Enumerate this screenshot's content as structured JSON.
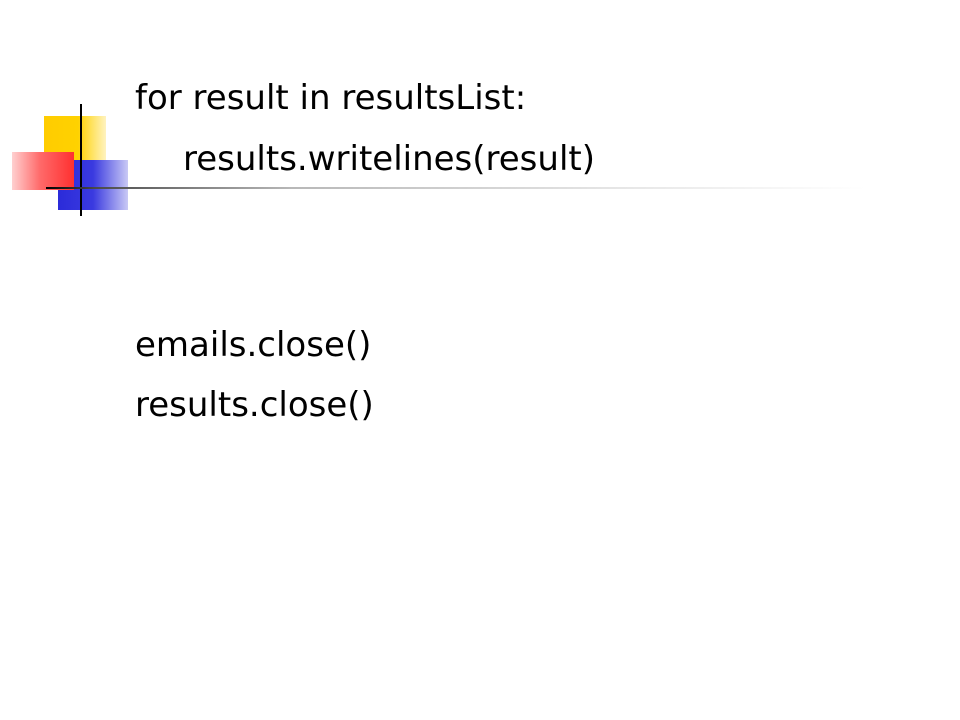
{
  "slide": {
    "lines": [
      "for result in resultsList:",
      "results.writelines(result)",
      "emails.close()",
      "results.close()"
    ]
  },
  "colors": {
    "background": "#ffffff",
    "text": "#000000",
    "deco_yellow": "#ffcc00",
    "deco_blue": "#2b2bd9",
    "deco_red": "#ff3030"
  }
}
